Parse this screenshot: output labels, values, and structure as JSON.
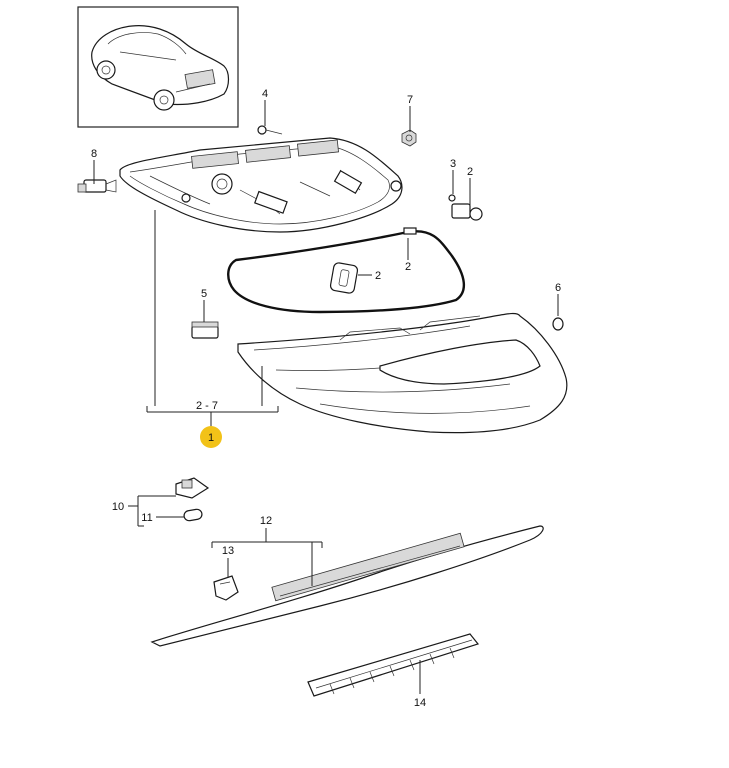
{
  "diagram": {
    "callouts": {
      "p1": "1",
      "p2a": "2",
      "p2b": "2",
      "p2c": "2",
      "p3": "3",
      "p4": "4",
      "p5": "5",
      "p6": "6",
      "p7": "7",
      "p8": "8",
      "p10": "10",
      "p11": "11",
      "p12": "12",
      "p13": "13",
      "p14": "14",
      "range": "2 - 7"
    },
    "colors": {
      "highlight_callout": "#f2c218",
      "line": "#1a1a1a",
      "part_fill": "#ffffff",
      "shade": "#d9d9d9"
    }
  }
}
